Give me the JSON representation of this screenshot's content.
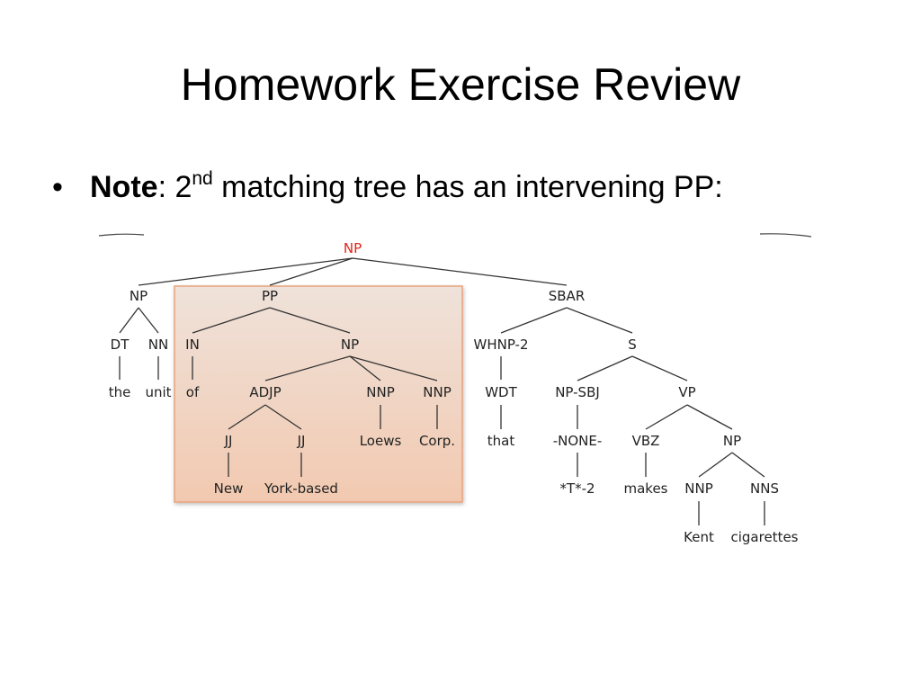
{
  "slide": {
    "title": "Homework Exercise Review",
    "bullet": {
      "bold": "Note",
      "pre": ": 2",
      "sup": "nd",
      "post": " matching tree has an intervening PP:"
    }
  },
  "tree": {
    "highlight_color": "#f0c6ae",
    "root_color": "#e2231a",
    "labels": {
      "root": "NP",
      "np_left": "NP",
      "pp": "PP",
      "sbar": "SBAR",
      "dt": "DT",
      "nn": "NN",
      "in": "IN",
      "np_pp": "NP",
      "whnp": "WHNP-2",
      "s": "S",
      "w_the": "the",
      "w_unit": "unit",
      "w_of": "of",
      "adjp": "ADJP",
      "nnp1": "NNP",
      "nnp2": "NNP",
      "wdt": "WDT",
      "npsbj": "NP-SBJ",
      "vp": "VP",
      "jj1": "JJ",
      "jj2": "JJ",
      "w_loews": "Loews",
      "w_corp": "Corp.",
      "w_that": "that",
      "none": "-NONE-",
      "vbz": "VBZ",
      "np_vp": "NP",
      "w_new": "New",
      "w_york": "York-based",
      "trace": "*T*-2",
      "w_makes": "makes",
      "nnp3": "NNP",
      "nns": "NNS",
      "w_kent": "Kent",
      "w_cigarettes": "cigarettes"
    }
  }
}
